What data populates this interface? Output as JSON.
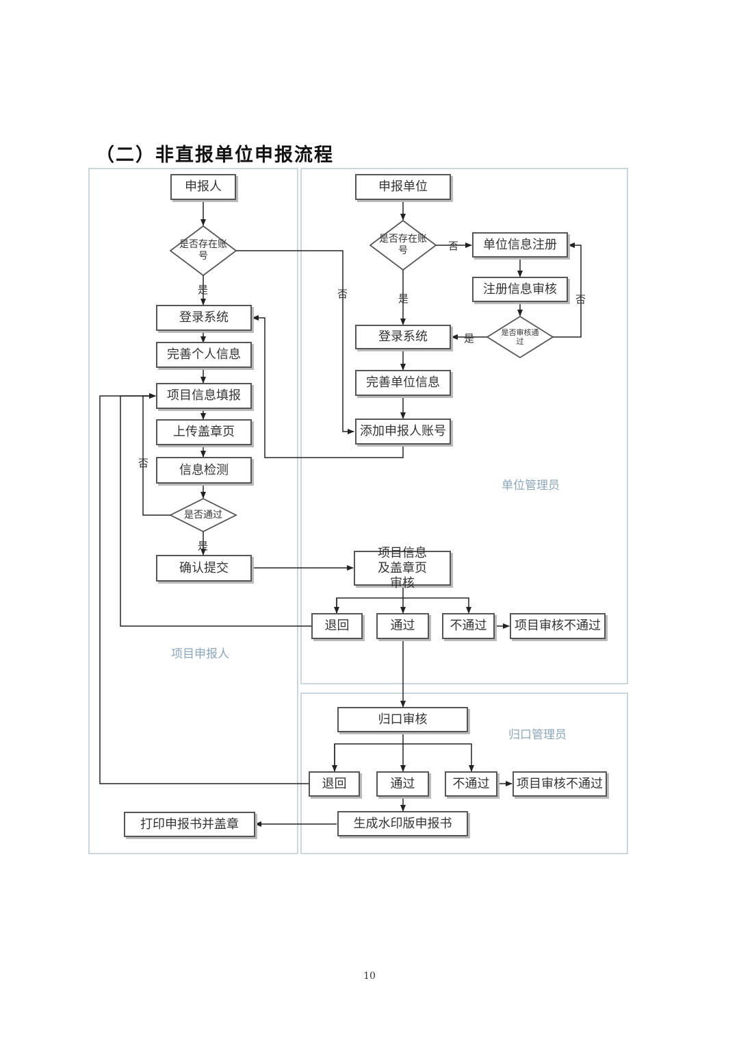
{
  "title": "（二）非直报单位申报流程",
  "page_number": "10",
  "lanes": {
    "applicant": "项目申报人",
    "unit_admin": "单位管理员",
    "central_admin": "归口管理员"
  },
  "applicant_flow": {
    "start": "申报人",
    "account_check": "是否存在账号",
    "yes": "是",
    "no": "否",
    "login": "登录系统",
    "complete_personal": "完善个人信息",
    "fill_project": "项目信息填报",
    "upload_seal": "上传盖章页",
    "info_check": "信息检测",
    "pass_check": "是否通过",
    "pass_yes": "是",
    "pass_no": "否",
    "confirm_submit": "确认提交",
    "print_seal": "打印申报书并盖章"
  },
  "unit_flow": {
    "start": "申报单位",
    "account_check": "是否存在账号",
    "no": "否",
    "yes": "是",
    "register": "单位信息注册",
    "register_review": "注册信息审核",
    "review_pass": "是否审核通过",
    "review_yes": "是",
    "review_no": "否",
    "login": "登录系统",
    "complete_unit": "完善单位信息",
    "add_applicant": "添加申报人账号",
    "project_review": "项目信息及盖章页审核",
    "return": "退回",
    "pass": "通过",
    "fail": "不通过",
    "project_fail": "项目审核不通过"
  },
  "central_flow": {
    "review": "归口审核",
    "return": "退回",
    "pass": "通过",
    "fail": "不通过",
    "project_fail": "项目审核不通过",
    "generate": "生成水印版申报书"
  }
}
